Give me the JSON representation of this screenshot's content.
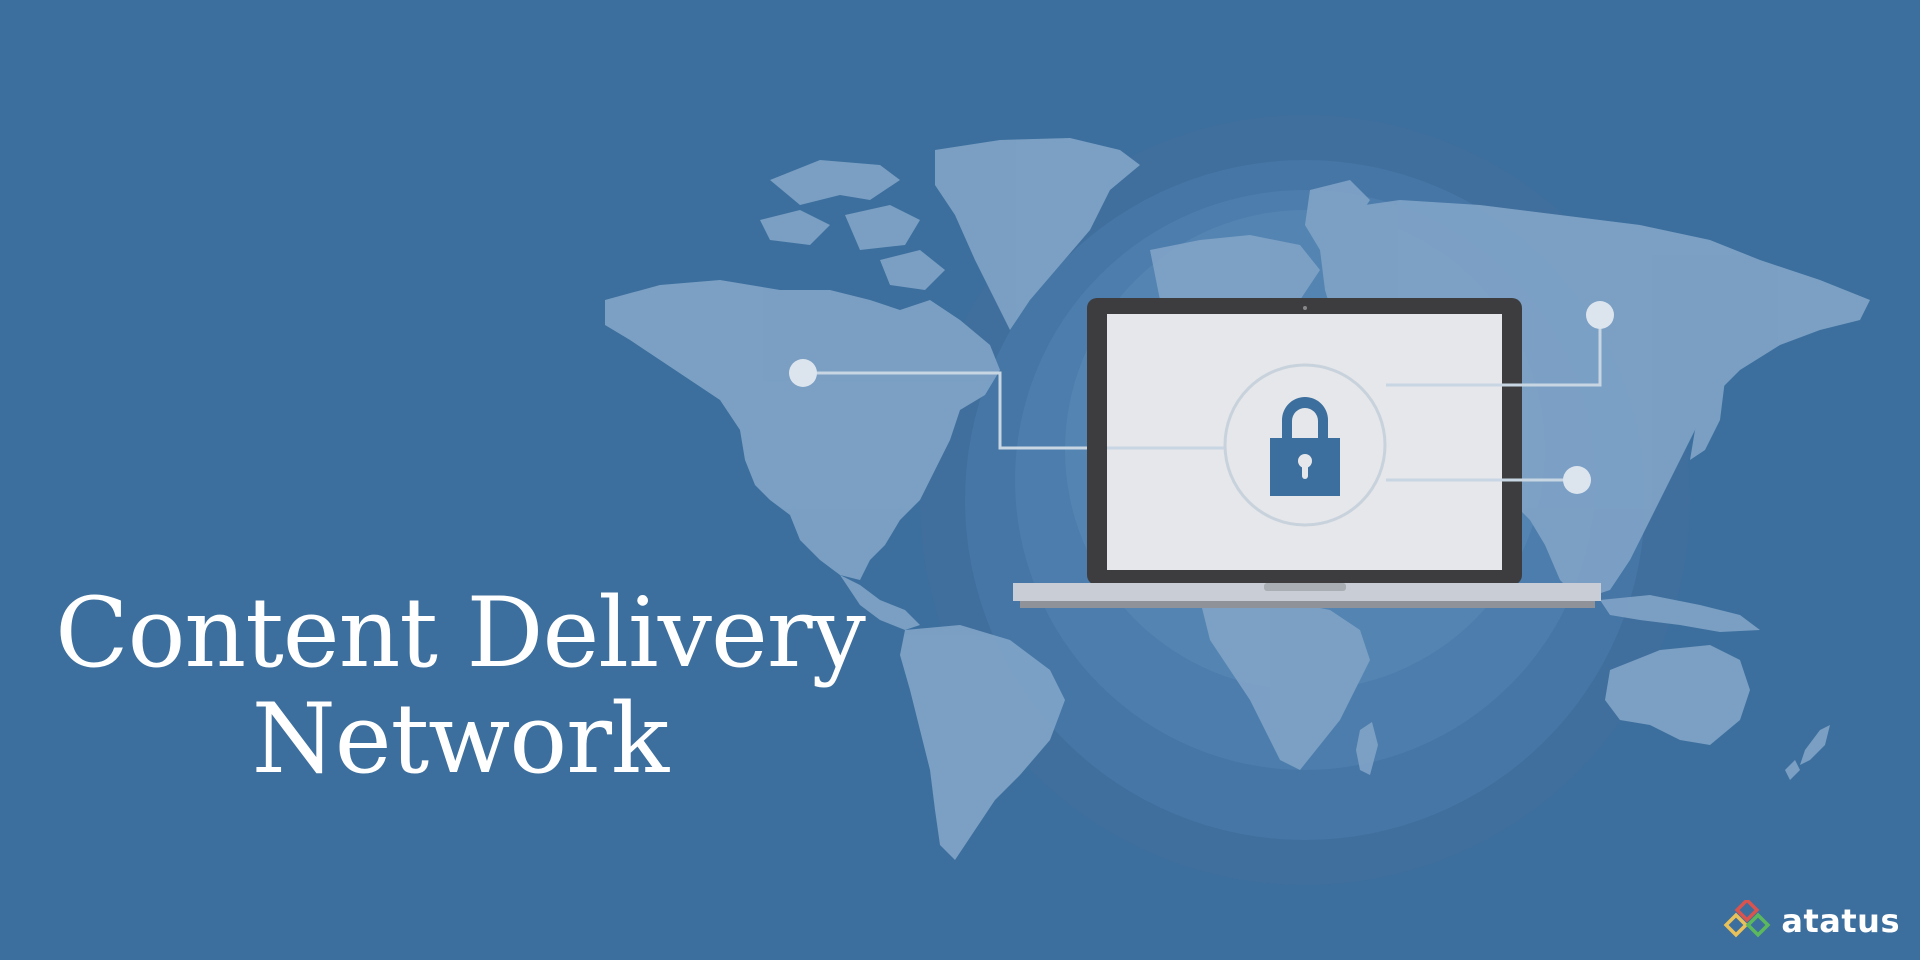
{
  "colors": {
    "background": "#3c6f9d",
    "map_land": "#7ea2c6",
    "halo": "#5a88b6",
    "laptop_frame": "#3d3d3f",
    "laptop_screen": "#e6e7ea",
    "laptop_base": "#c9ced6",
    "laptop_base_shadow": "#8f9298",
    "lock": "#3c6f9d",
    "connector": "#c8d6e4",
    "logo_red": "#d9534f",
    "logo_yellow": "#e9c15a",
    "logo_green": "#5cb85c"
  },
  "hero": {
    "title_line_1": "Content Delivery",
    "title_line_2": "Network"
  },
  "illustration": {
    "center_icon": "padlock-icon",
    "device": "laptop",
    "nodes": 3
  },
  "brand": {
    "logo_icon": "atatus-diamonds-logo",
    "name": "atatus"
  }
}
